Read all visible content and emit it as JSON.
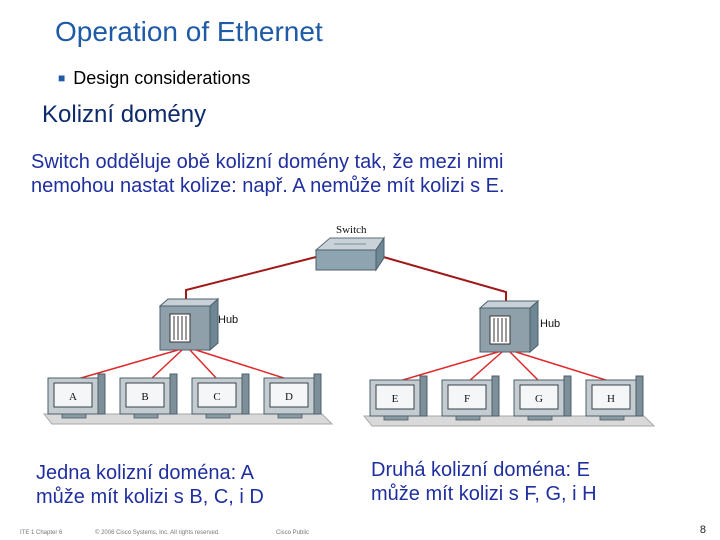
{
  "header": {
    "title": "Operation of Ethernet",
    "subtitle": "Design considerations"
  },
  "slide": {
    "title": "Kolizní domény",
    "body": "Switch odděluje obě kolizní domény tak, že mezi nimi\nnemohou nastat kolize: např. A nemůže mít kolizi s E."
  },
  "diagram": {
    "switch_label": "Switch",
    "hub_left_label": "Hub",
    "hub_right_label": "Hub",
    "computers_left": [
      "A",
      "B",
      "C",
      "D"
    ],
    "computers_right": [
      "E",
      "F",
      "G",
      "H"
    ],
    "colors": {
      "cable": "#e0292b",
      "link": "#a01818",
      "shelf": "#d9d9d9"
    }
  },
  "captions": {
    "left": "Jedna kolizní doména: A\nmůže mít kolizi s B, C, i D",
    "right": "Druhá kolizní doména: E\nmůže mít kolizi s F, G, i H"
  },
  "footer": {
    "course": "ITE 1 Chapter 6",
    "copyright": "© 2006 Cisco Systems, Inc. All rights reserved.",
    "classification": "Cisco Public",
    "page": "8"
  }
}
